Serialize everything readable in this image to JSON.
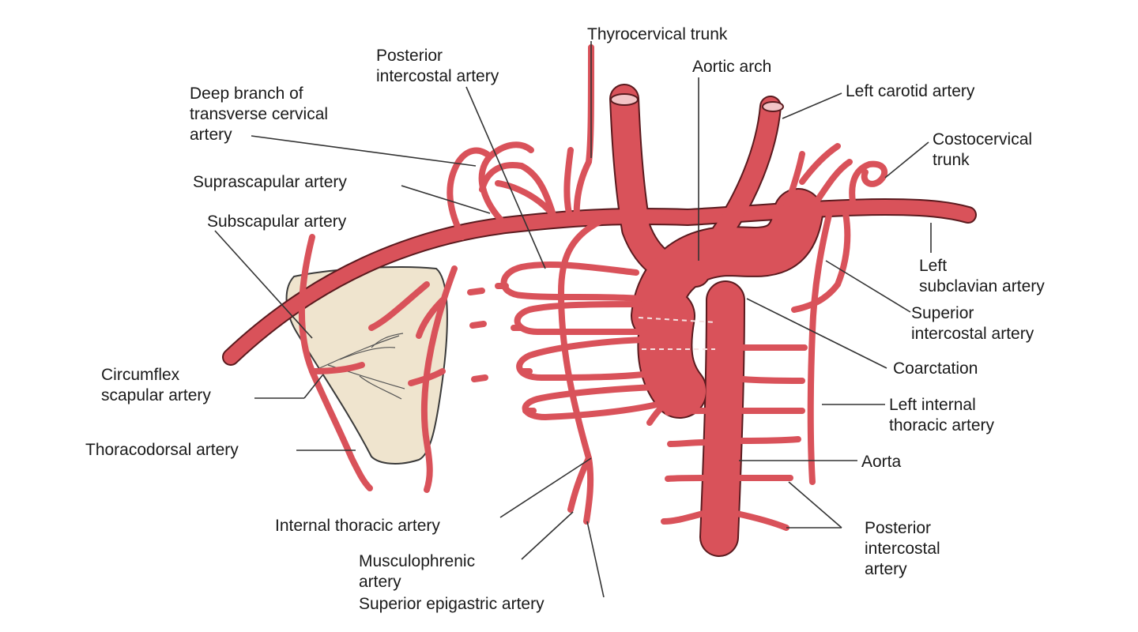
{
  "colors": {
    "artery": "#d9525a",
    "artery_outline": "#5a1a1e",
    "scapula": "#efe4ce",
    "leader": "#333333",
    "text": "#1a1a1a"
  },
  "labels": {
    "thyrocervical_trunk": "Thyrocervical trunk",
    "posterior_intercostal_top": "Posterior\nintercostal artery",
    "aortic_arch": "Aortic arch",
    "deep_branch": "Deep branch of\ntransverse cervical\nartery",
    "left_carotid": "Left carotid artery",
    "costocervical_trunk": "Costocervical\ntrunk",
    "suprascapular": "Suprascapular artery",
    "subscapular": "Subscapular artery",
    "left_subclavian": "Left\nsubclavian artery",
    "superior_intercostal": "Superior\nintercostal artery",
    "coarctation": "Coarctation",
    "circumflex_scapular": "Circumflex\nscapular artery",
    "left_internal_thoracic": "Left internal\nthoracic artery",
    "thoracodorsal": "Thoracodorsal artery",
    "aorta": "Aorta",
    "posterior_intercostal_bottom": "Posterior\nintercostal\nartery",
    "internal_thoracic": "Internal thoracic artery",
    "musculophrenic": "Musculophrenic\nartery",
    "superior_epigastric": "Superior epigastric artery"
  }
}
